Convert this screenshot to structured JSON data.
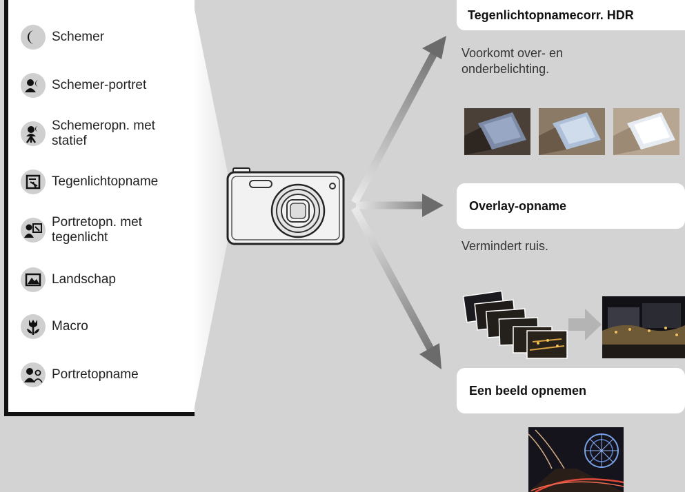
{
  "scene_list": {
    "items": [
      {
        "label": "Schemer",
        "icon": "moon-icon"
      },
      {
        "label": "Schemer-portret",
        "icon": "person-moon-icon"
      },
      {
        "label": "Schemeropn. met statief",
        "icon": "person-tripod-moon-icon"
      },
      {
        "label": "Tegenlichtopname",
        "icon": "backlight-icon"
      },
      {
        "label": "Portretopn. met tegenlicht",
        "icon": "backlight-portrait-icon"
      },
      {
        "label": "Landschap",
        "icon": "landscape-icon"
      },
      {
        "label": "Macro",
        "icon": "tulip-icon"
      },
      {
        "label": "Portretopname",
        "icon": "portrait-icon"
      }
    ]
  },
  "modes": {
    "hdr": {
      "title": "Tegenlichtopnamecorr. HDR",
      "description": "Voorkomt over- en onderbelichting."
    },
    "overlay": {
      "title": "Overlay-opname",
      "description": "Vermindert ruis."
    },
    "single": {
      "title": "Een beeld opnemen"
    }
  },
  "colors": {
    "background": "#d3d3d3",
    "panel": "#ffffff",
    "icon_bg": "#cfcfcf",
    "arrow_dark": "#6b6b6b",
    "arrow_light": "#ececec"
  }
}
